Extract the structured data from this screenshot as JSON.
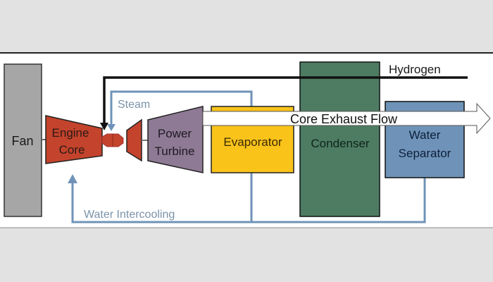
{
  "diagram": {
    "title": "Hydrogen steam-injected intercooled engine schematic",
    "components": {
      "fan": {
        "label": "Fan",
        "color": "#a6a6a6"
      },
      "engine_core": {
        "label_line1": "Engine",
        "label_line2": "Core",
        "color": "#c4432c"
      },
      "power_turbine": {
        "label_line1": "Power",
        "label_line2": "Turbine",
        "color": "#8f7a95"
      },
      "evaporator": {
        "label": "Evaporator",
        "color": "#f9c31a"
      },
      "condenser": {
        "label": "Condenser",
        "color": "#4d7c62"
      },
      "water_separator": {
        "label_line1": "Water",
        "label_line2": "Separator",
        "color": "#6f93b8"
      }
    },
    "flows": {
      "hydrogen": {
        "label": "Hydrogen",
        "color": "#111111"
      },
      "steam": {
        "label": "Steam",
        "color": "#6f93b8"
      },
      "core_exhaust": {
        "label": "Core Exhaust Flow",
        "color": "#ffffff"
      },
      "water_intercooling": {
        "label": "Water Intercooling",
        "color": "#6f93b8"
      }
    },
    "text_colors": {
      "dark": "#1a1a1a",
      "steam_label": "#7a93aa"
    }
  }
}
